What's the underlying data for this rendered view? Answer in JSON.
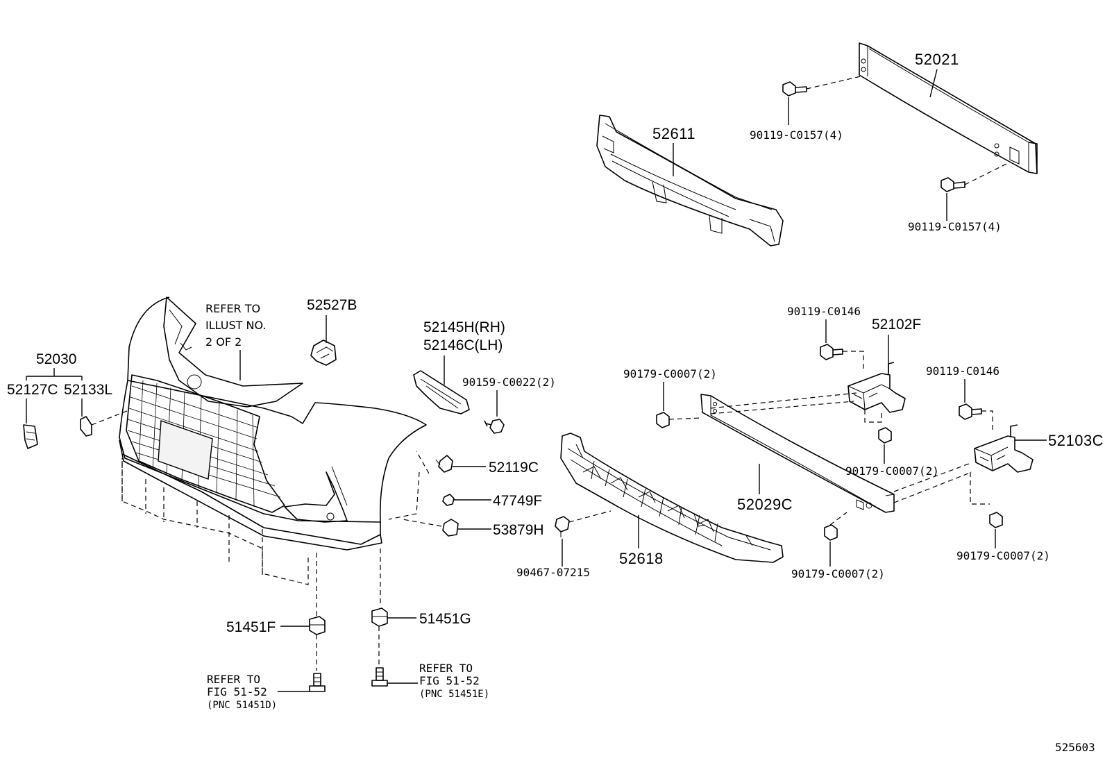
{
  "diagram": {
    "labels": {
      "p52021": "52021",
      "p52611": "52611",
      "p90119_c0157_a": "90119-C0157(4)",
      "p90119_c0157_b": "90119-C0157(4)",
      "p52527b": "52527B",
      "refer_illust_1": "REFER TO",
      "refer_illust_2": "ILLUST NO.",
      "refer_illust_3": "2 OF 2",
      "p52030": "52030",
      "p52127c": "52127C",
      "p52133l": "52133L",
      "p52145h": "52145H(RH)",
      "p52146c": "52146C(LH)",
      "p90159_c0022": "90159-C0022(2)",
      "p52119c": "52119C",
      "p47749f": "47749F",
      "p53879h": "53879H",
      "p51451f": "51451F",
      "p51451g": "51451G",
      "refer_fig_left_1": "REFER TO",
      "refer_fig_left_2": "FIG 51-52",
      "refer_fig_left_3": "(PNC 51451D)",
      "refer_fig_right_1": "REFER TO",
      "refer_fig_right_2": "FIG 51-52",
      "refer_fig_right_3": "(PNC 51451E)",
      "p90119_c0146_a": "90119-C0146",
      "p52102f": "52102F",
      "p90179_c0007_a": "90179-C0007(2)",
      "p90119_c0146_b": "90119-C0146",
      "p52103c": "52103C",
      "p90179_c0007_b": "90179-C0007(2)",
      "p52029c": "52029C",
      "p90467_07215": "90467-07215",
      "p52618": "52618",
      "p90179_c0007_c": "90179-C0007(2)",
      "p90179_c0007_d": "90179-C0007(2)",
      "illustration_number": "525603"
    }
  }
}
